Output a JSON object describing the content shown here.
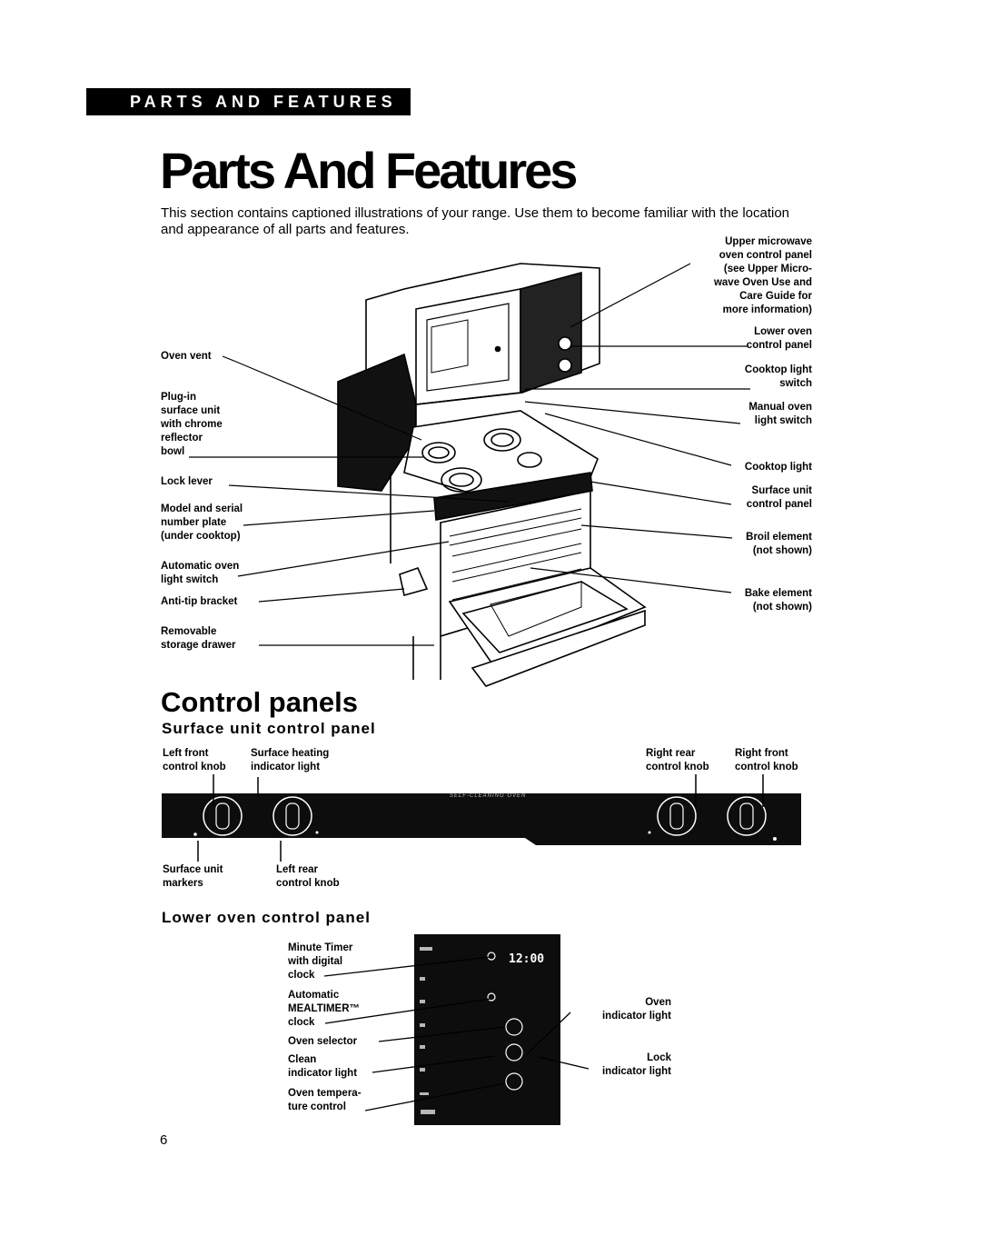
{
  "header": {
    "banner": "PARTS AND FEATURES",
    "title": "Parts And Features",
    "intro": "This section contains captioned illustrations of your range. Use them to become familiar with the location and appearance of all parts and features."
  },
  "range_diagram": {
    "left_labels": {
      "oven_vent": "Oven vent",
      "plug_in": "Plug-in\nsurface unit\nwith chrome\nreflector\nbowl",
      "lock_lever": "Lock lever",
      "model_serial": "Model and serial\nnumber plate\n(under cooktop)",
      "auto_light": "Automatic oven\nlight switch",
      "anti_tip": "Anti-tip bracket",
      "drawer": "Removable\nstorage drawer"
    },
    "right_labels": {
      "upper_mw": "Upper microwave\noven control panel\n(see Upper Micro-\nwave Oven Use and\nCare Guide for\nmore information)",
      "lower_oven_panel": "Lower oven\ncontrol panel",
      "cooktop_switch": "Cooktop light\nswitch",
      "manual_light": "Manual oven\nlight switch",
      "cooktop_light": "Cooktop light",
      "surface_panel": "Surface unit\ncontrol panel",
      "broil": "Broil element\n(not shown)",
      "bake": "Bake element\n(not shown)"
    }
  },
  "control_panels": {
    "heading": "Control panels",
    "surface": {
      "heading": "Surface unit control panel",
      "left_front": "Left front\ncontrol knob",
      "heating_light": "Surface heating\nindicator light",
      "right_rear": "Right rear\ncontrol knob",
      "right_front": "Right front\ncontrol knob",
      "markers": "Surface unit\nmarkers",
      "left_rear": "Left rear\ncontrol knob",
      "panel_text": "SELF-CLEANING OVEN"
    },
    "lower": {
      "heading": "Lower oven control panel",
      "minute_timer": "Minute Timer\nwith digital\nclock",
      "mealtimer": "Automatic\nMEALTIMER™\nclock",
      "oven_selector": "Oven selector",
      "clean_light": "Clean\nindicator light",
      "temp_control": "Oven tempera-\nture control",
      "oven_light": "Oven\nindicator light",
      "lock_light": "Lock\nindicator light",
      "clock_display": "12:00"
    }
  },
  "page_number": "6"
}
